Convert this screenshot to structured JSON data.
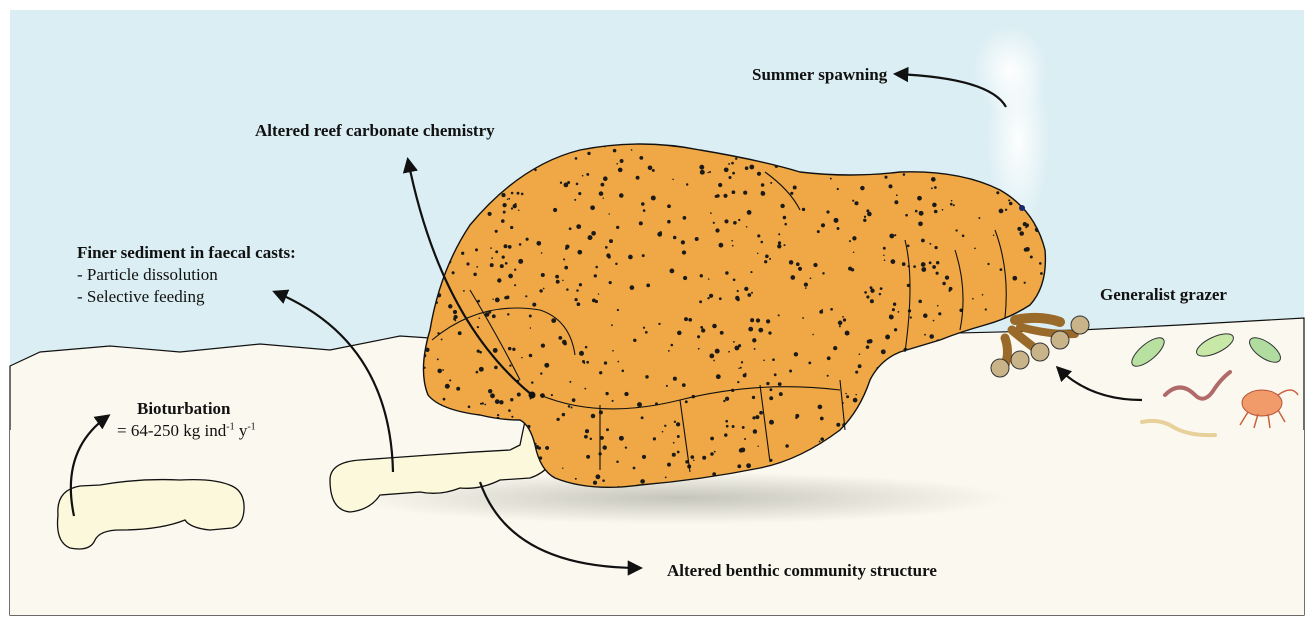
{
  "labels": {
    "summer_spawning": "Summer spawning",
    "altered_reef": "Altered reef carbonate chemistry",
    "finer_sediment_title": "Finer sediment in faecal casts:",
    "finer_sediment_item1": "- Particle dissolution",
    "finer_sediment_item2": "- Selective feeding",
    "generalist_grazer": "Generalist grazer",
    "bioturbation_title": "Bioturbation",
    "bioturbation_prefix": "= 64-250 kg ind",
    "bioturbation_sup1": "-1",
    "bioturbation_mid": " y",
    "bioturbation_sup2": "-1",
    "altered_benthic": "Altered benthic community structure"
  },
  "colors": {
    "water": "#dbeef3",
    "sediment": "#fbf9ef",
    "body": "#efa845",
    "cast": "#fbf8dc",
    "outline": "#111111"
  }
}
